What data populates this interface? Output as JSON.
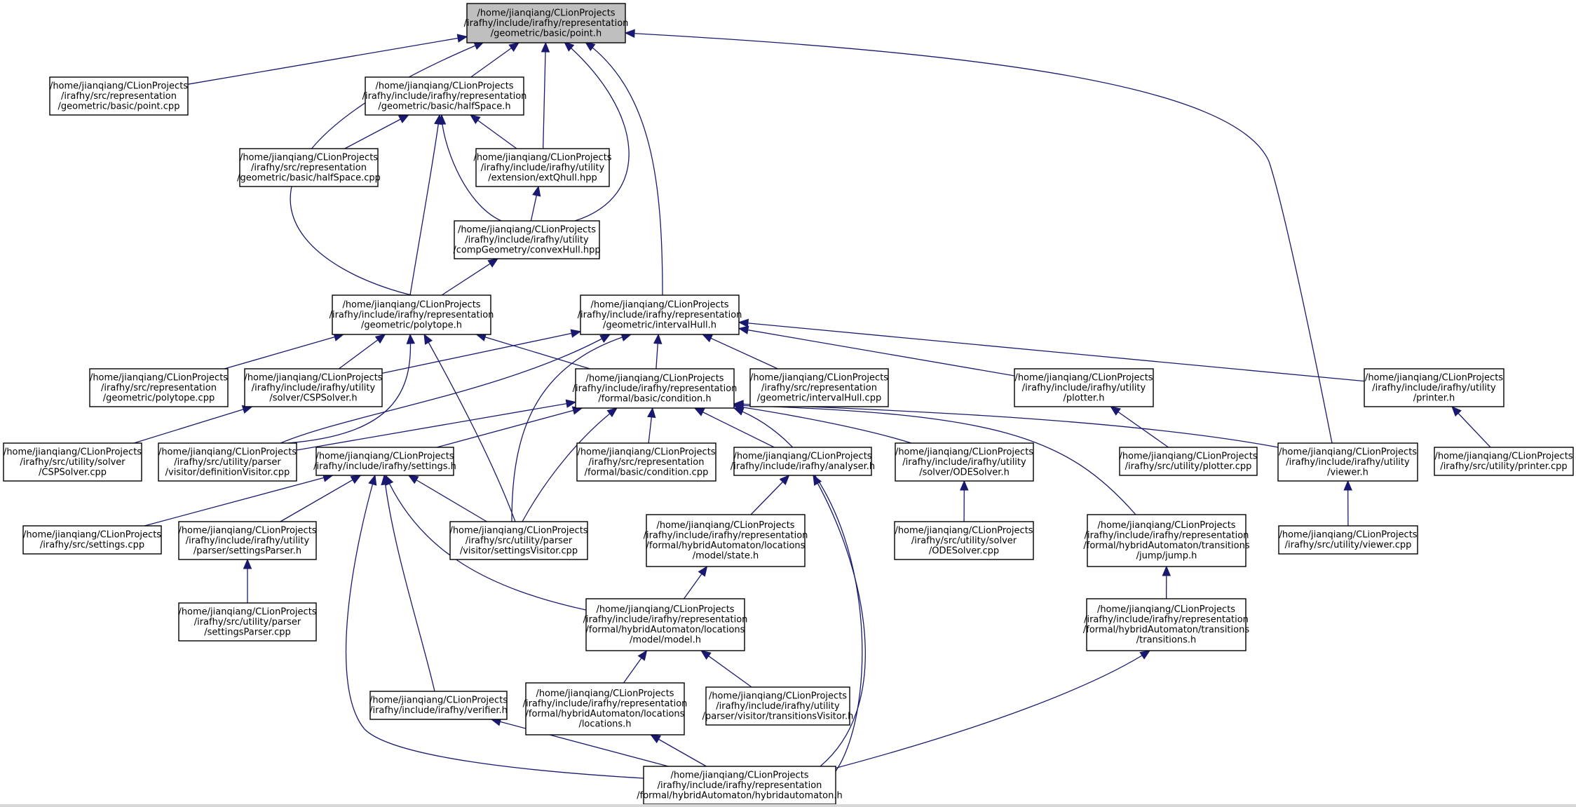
{
  "nodes": [
    {
      "id": "point_h",
      "lines": [
        "/home/jianqiang/CLionProjects",
        "/irafhy/include/irafhy/representation",
        "/geometric/basic/point.h"
      ],
      "highlight": true
    },
    {
      "id": "point_cpp",
      "lines": [
        "/home/jianqiang/CLionProjects",
        "/irafhy/src/representation",
        "/geometric/basic/point.cpp"
      ]
    },
    {
      "id": "halfspace_h",
      "lines": [
        "/home/jianqiang/CLionProjects",
        "/irafhy/include/irafhy/representation",
        "/geometric/basic/halfSpace.h"
      ]
    },
    {
      "id": "halfspace_cpp",
      "lines": [
        "/home/jianqiang/CLionProjects",
        "/irafhy/src/representation",
        "/geometric/basic/halfSpace.cpp"
      ]
    },
    {
      "id": "extqhull",
      "lines": [
        "/home/jianqiang/CLionProjects",
        "/irafhy/include/irafhy/utility",
        "/extension/extQhull.hpp"
      ]
    },
    {
      "id": "convexhull",
      "lines": [
        "/home/jianqiang/CLionProjects",
        "/irafhy/include/irafhy/utility",
        "/compGeometry/convexHull.hpp"
      ]
    },
    {
      "id": "polytope_h",
      "lines": [
        "/home/jianqiang/CLionProjects",
        "/irafhy/include/irafhy/representation",
        "/geometric/polytope.h"
      ]
    },
    {
      "id": "intervalhull_h",
      "lines": [
        "/home/jianqiang/CLionProjects",
        "/irafhy/include/irafhy/representation",
        "/geometric/intervalHull.h"
      ]
    },
    {
      "id": "polytope_cpp",
      "lines": [
        "/home/jianqiang/CLionProjects",
        "/irafhy/src/representation",
        "/geometric/polytope.cpp"
      ]
    },
    {
      "id": "cspsolver_h",
      "lines": [
        "/home/jianqiang/CLionProjects",
        "/irafhy/include/irafhy/utility",
        "/solver/CSPSolver.h"
      ]
    },
    {
      "id": "condition_h",
      "lines": [
        "/home/jianqiang/CLionProjects",
        "/irafhy/include/irafhy/representation",
        "/formal/basic/condition.h"
      ]
    },
    {
      "id": "intervalhull_cpp",
      "lines": [
        "/home/jianqiang/CLionProjects",
        "/irafhy/src/representation",
        "/geometric/intervalHull.cpp"
      ]
    },
    {
      "id": "plotter_h",
      "lines": [
        "/home/jianqiang/CLionProjects",
        "/irafhy/include/irafhy/utility",
        "/plotter.h"
      ]
    },
    {
      "id": "printer_h",
      "lines": [
        "/home/jianqiang/CLionProjects",
        "/irafhy/include/irafhy/utility",
        "/printer.h"
      ]
    },
    {
      "id": "cspsolver_cpp",
      "lines": [
        "/home/jianqiang/CLionProjects",
        "/irafhy/src/utility/solver",
        "/CSPSolver.cpp"
      ]
    },
    {
      "id": "defvisitor",
      "lines": [
        "/home/jianqiang/CLionProjects",
        "/irafhy/src/utility/parser",
        "/visitor/definitionVisitor.cpp"
      ]
    },
    {
      "id": "settings_h",
      "lines": [
        "/home/jianqiang/CLionProjects",
        "/irafhy/include/irafhy/settings.h"
      ]
    },
    {
      "id": "condition_cpp",
      "lines": [
        "/home/jianqiang/CLionProjects",
        "/irafhy/src/representation",
        "/formal/basic/condition.cpp"
      ]
    },
    {
      "id": "analyser_h",
      "lines": [
        "/home/jianqiang/CLionProjects",
        "/irafhy/include/irafhy/analyser.h"
      ]
    },
    {
      "id": "odesolver_h",
      "lines": [
        "/home/jianqiang/CLionProjects",
        "/irafhy/include/irafhy/utility",
        "/solver/ODESolver.h"
      ]
    },
    {
      "id": "plotter_cpp",
      "lines": [
        "/home/jianqiang/CLionProjects",
        "/irafhy/src/utility/plotter.cpp"
      ]
    },
    {
      "id": "viewer_h",
      "lines": [
        "/home/jianqiang/CLionProjects",
        "/irafhy/include/irafhy/utility",
        "/viewer.h"
      ]
    },
    {
      "id": "printer_cpp",
      "lines": [
        "/home/jianqiang/CLionProjects",
        "/irafhy/src/utility/printer.cpp"
      ]
    },
    {
      "id": "settings_cpp",
      "lines": [
        "/home/jianqiang/CLionProjects",
        "/irafhy/src/settings.cpp"
      ]
    },
    {
      "id": "settingsparser_h",
      "lines": [
        "/home/jianqiang/CLionProjects",
        "/irafhy/include/irafhy/utility",
        "/parser/settingsParser.h"
      ]
    },
    {
      "id": "settingsvisitor",
      "lines": [
        "/home/jianqiang/CLionProjects",
        "/irafhy/src/utility/parser",
        "/visitor/settingsVisitor.cpp"
      ]
    },
    {
      "id": "state_h",
      "lines": [
        "/home/jianqiang/CLionProjects",
        "/irafhy/include/irafhy/representation",
        "/formal/hybridAutomaton/locations",
        "/model/state.h"
      ]
    },
    {
      "id": "odesolver_cpp",
      "lines": [
        "/home/jianqiang/CLionProjects",
        "/irafhy/src/utility/solver",
        "/ODESolver.cpp"
      ]
    },
    {
      "id": "jump_h",
      "lines": [
        "/home/jianqiang/CLionProjects",
        "/irafhy/include/irafhy/representation",
        "/formal/hybridAutomaton/transitions",
        "/jump/jump.h"
      ]
    },
    {
      "id": "viewer_cpp",
      "lines": [
        "/home/jianqiang/CLionProjects",
        "/irafhy/src/utility/viewer.cpp"
      ]
    },
    {
      "id": "settingsparser_cpp",
      "lines": [
        "/home/jianqiang/CLionProjects",
        "/irafhy/src/utility/parser",
        "/settingsParser.cpp"
      ]
    },
    {
      "id": "model_h",
      "lines": [
        "/home/jianqiang/CLionProjects",
        "/irafhy/include/irafhy/representation",
        "/formal/hybridAutomaton/locations",
        "/model/model.h"
      ]
    },
    {
      "id": "transitions_h",
      "lines": [
        "/home/jianqiang/CLionProjects",
        "/irafhy/include/irafhy/representation",
        "/formal/hybridAutomaton/transitions",
        "/transitions.h"
      ]
    },
    {
      "id": "locations_h",
      "lines": [
        "/home/jianqiang/CLionProjects",
        "/irafhy/include/irafhy/representation",
        "/formal/hybridAutomaton/locations",
        "/locations.h"
      ]
    },
    {
      "id": "transvisitor",
      "lines": [
        "/home/jianqiang/CLionProjects",
        "/irafhy/include/irafhy/utility",
        "/parser/visitor/transitionsVisitor.h"
      ]
    },
    {
      "id": "verifier_h",
      "lines": [
        "/home/jianqiang/CLionProjects",
        "/irafhy/include/irafhy/verifier.h"
      ]
    },
    {
      "id": "hybridautomaton_h",
      "lines": [
        "/home/jianqiang/CLionProjects",
        "/irafhy/include/irafhy/representation",
        "/formal/hybridAutomaton/hybridautomaton.h"
      ]
    }
  ],
  "edges": [
    [
      "point_cpp",
      "point_h"
    ],
    [
      "halfspace_h",
      "point_h"
    ],
    [
      "extqhull",
      "point_h"
    ],
    [
      "convexhull",
      "point_h"
    ],
    [
      "polytope_h",
      "point_h"
    ],
    [
      "intervalhull_h",
      "point_h"
    ],
    [
      "viewer_h",
      "point_h"
    ],
    [
      "halfspace_cpp",
      "halfspace_h"
    ],
    [
      "extqhull",
      "halfspace_h"
    ],
    [
      "convexhull",
      "halfspace_h"
    ],
    [
      "polytope_h",
      "halfspace_h"
    ],
    [
      "convexhull",
      "extqhull"
    ],
    [
      "polytope_h",
      "convexhull"
    ],
    [
      "polytope_cpp",
      "polytope_h"
    ],
    [
      "cspsolver_h",
      "polytope_h"
    ],
    [
      "defvisitor",
      "polytope_h"
    ],
    [
      "settingsvisitor",
      "polytope_h"
    ],
    [
      "condition_h",
      "polytope_h"
    ],
    [
      "cspsolver_h",
      "intervalhull_h"
    ],
    [
      "defvisitor",
      "intervalhull_h"
    ],
    [
      "settingsvisitor",
      "intervalhull_h"
    ],
    [
      "condition_h",
      "intervalhull_h"
    ],
    [
      "intervalhull_cpp",
      "intervalhull_h"
    ],
    [
      "plotter_h",
      "intervalhull_h"
    ],
    [
      "printer_h",
      "intervalhull_h"
    ],
    [
      "cspsolver_cpp",
      "cspsolver_h"
    ],
    [
      "defvisitor",
      "condition_h"
    ],
    [
      "settings_h",
      "condition_h"
    ],
    [
      "condition_cpp",
      "condition_h"
    ],
    [
      "analyser_h",
      "condition_h"
    ],
    [
      "odesolver_h",
      "condition_h"
    ],
    [
      "viewer_h",
      "condition_h"
    ],
    [
      "jump_h",
      "condition_h"
    ],
    [
      "hybridautomaton_h",
      "condition_h"
    ],
    [
      "settingsvisitor",
      "condition_h"
    ],
    [
      "plotter_cpp",
      "plotter_h"
    ],
    [
      "printer_cpp",
      "printer_h"
    ],
    [
      "viewer_cpp",
      "viewer_h"
    ],
    [
      "settings_cpp",
      "settings_h"
    ],
    [
      "settingsparser_h",
      "settings_h"
    ],
    [
      "settingsvisitor",
      "settings_h"
    ],
    [
      "model_h",
      "settings_h"
    ],
    [
      "verifier_h",
      "settings_h"
    ],
    [
      "hybridautomaton_h",
      "settings_h"
    ],
    [
      "settingsparser_cpp",
      "settingsparser_h"
    ],
    [
      "state_h",
      "analyser_h"
    ],
    [
      "hybridautomaton_h",
      "analyser_h"
    ],
    [
      "odesolver_cpp",
      "odesolver_h"
    ],
    [
      "model_h",
      "state_h"
    ],
    [
      "transitions_h",
      "jump_h"
    ],
    [
      "hybridautomaton_h",
      "transitions_h"
    ],
    [
      "locations_h",
      "model_h"
    ],
    [
      "transvisitor",
      "model_h"
    ],
    [
      "hybridautomaton_h",
      "locations_h"
    ],
    [
      "hybridautomaton_h",
      "verifier_h"
    ]
  ]
}
